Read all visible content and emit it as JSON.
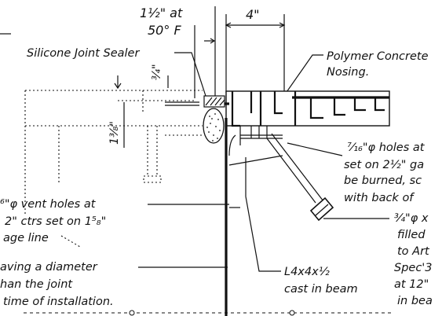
{
  "labels": {
    "gap_dim": "1½\" at",
    "gap_temp": "50° F",
    "nosing_width": "4\"",
    "sealer": "Silicone Joint Sealer",
    "nosing_l1": "Polymer Concrete",
    "nosing_l2": "Nosing.",
    "dim_three_quarter": "¾\"",
    "dim_one_three_eighths": "1⅜\"",
    "holes_l1": "⁷⁄₁₆\"φ holes at",
    "holes_l2": "set on 2½\" ga",
    "holes_l3": "be burned, sc",
    "holes_l4": "with back of",
    "vent_l1": "⁶\"φ vent holes at",
    "vent_l2": "2\" ctrs set on 1⁵₈\"",
    "vent_l3": "age line",
    "stud_l1": "¾\"φ x",
    "stud_l2": "filled",
    "stud_l3": "to Art",
    "stud_l4": "Spec'3",
    "stud_l5": "at 12\"",
    "stud_l6": "in bea",
    "backer_l1": "aving a diameter",
    "backer_l2": "han the joint",
    "backer_l3": "time of installation.",
    "angle_l1": "L4x4x½",
    "angle_l2": "cast in beam"
  }
}
